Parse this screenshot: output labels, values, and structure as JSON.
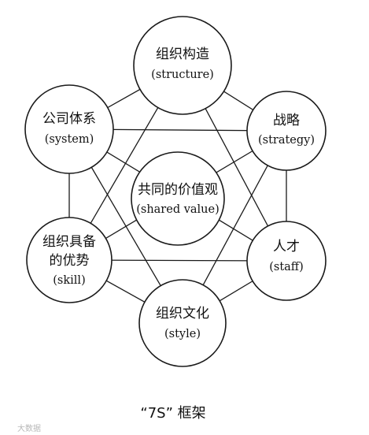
{
  "nodes": {
    "structure": {
      "cn": "组织构造",
      "en": "(structure)"
    },
    "strategy": {
      "cn": "战略",
      "en": "(strategy)"
    },
    "staff": {
      "cn": "人才",
      "en": "(staff)"
    },
    "style": {
      "cn": "组织文化",
      "en": "(style)"
    },
    "skill": {
      "cn1": "组织具备",
      "cn2": "的优势",
      "en": "(skill)"
    },
    "system": {
      "cn": "公司体系",
      "en": "(system)"
    },
    "shared": {
      "cn": "共同的价值观",
      "en": "(shared value)"
    }
  },
  "caption": "“7S” 框架",
  "watermark": "大数据"
}
